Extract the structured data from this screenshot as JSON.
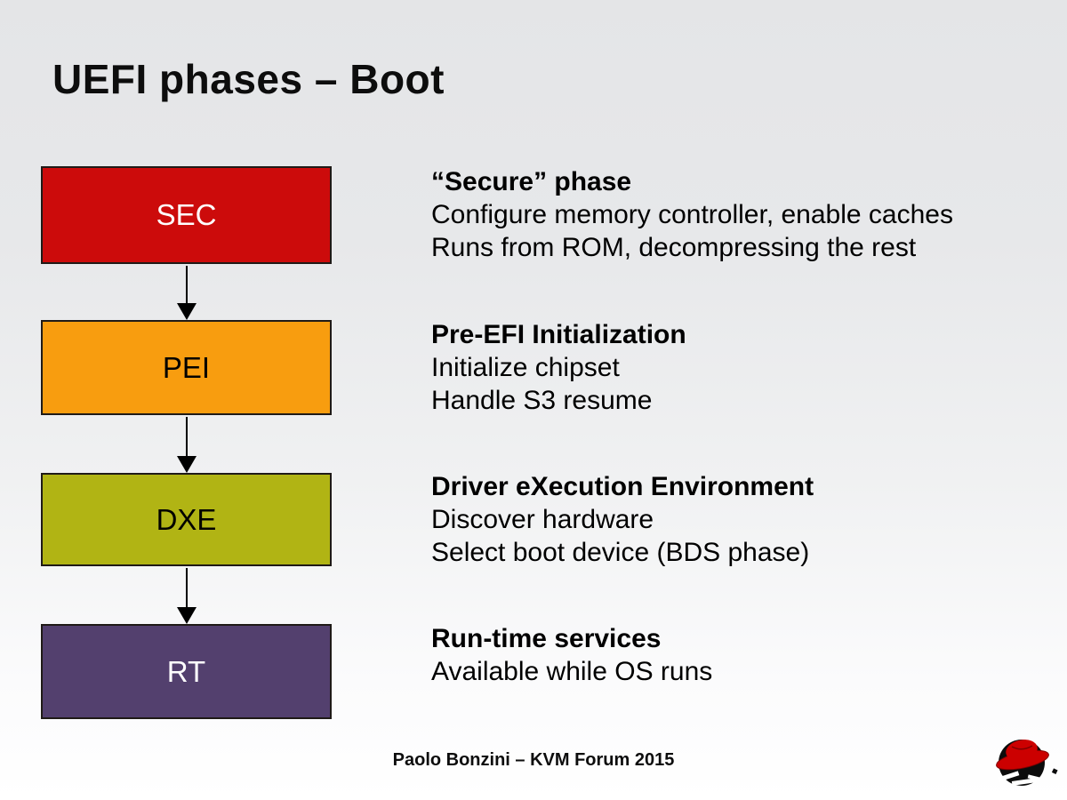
{
  "slide": {
    "title": "UEFI phases – Boot",
    "footer": "Paolo Bonzini – KVM Forum 2015"
  },
  "colors": {
    "background_top": "#e5e6e8",
    "background_bottom": "#ffffff",
    "box_border": "#1f1a17",
    "arrow": "#000000",
    "title_text": "#0d0d0d",
    "body_text": "#000000",
    "logo_red": "#cc0000",
    "logo_red_outline": "#7e0000",
    "logo_dark": "#0c0c0c"
  },
  "phases": [
    {
      "label": "SEC",
      "box_color": "#cc0b0b",
      "label_color": "#ffffff",
      "heading": "“Secure” phase",
      "lines": [
        "Configure memory controller, enable caches",
        "Runs from ROM, decompressing the rest"
      ]
    },
    {
      "label": "PEI",
      "box_color": "#f89d0f",
      "label_color": "#000000",
      "heading": "Pre-EFI Initialization",
      "lines": [
        "Initialize chipset",
        "Handle S3 resume"
      ]
    },
    {
      "label": "DXE",
      "box_color": "#b1b414",
      "label_color": "#000000",
      "heading": "Driver eXecution Environment",
      "lines": [
        "Discover hardware",
        "Select boot device (BDS phase)"
      ]
    },
    {
      "label": "RT",
      "box_color": "#53406e",
      "label_color": "#ffffff",
      "heading": "Run-time services",
      "lines": [
        "Available while OS runs"
      ]
    }
  ],
  "logo": {
    "name": "red-hat-shadowman"
  }
}
